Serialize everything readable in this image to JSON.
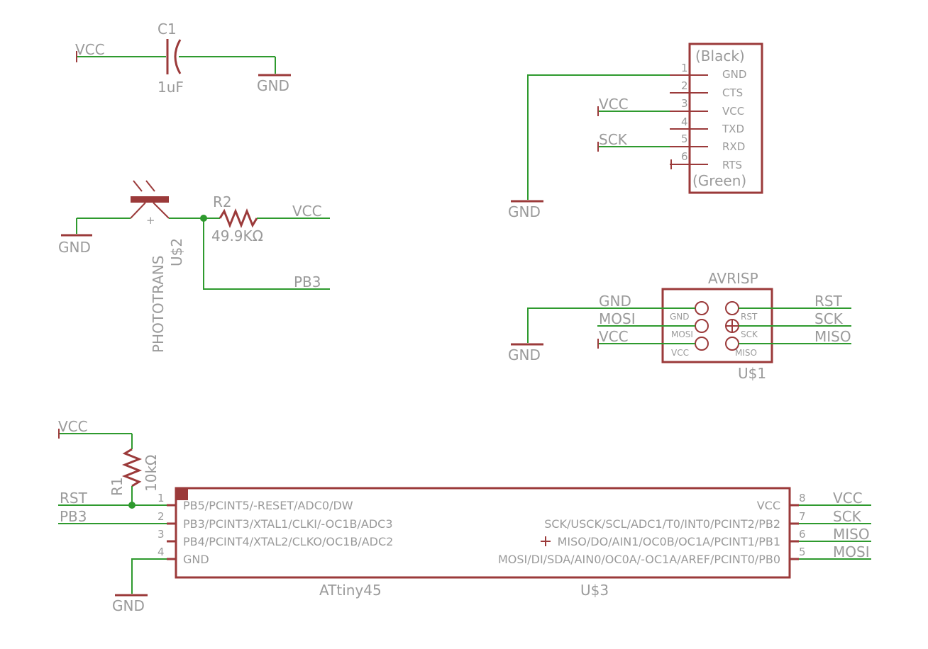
{
  "colors": {
    "wire": "#2e9a2e",
    "component": "#9b3a3a",
    "text": "#9a9a9a",
    "background": "#ffffff"
  },
  "capacitor": {
    "name": "C1",
    "value": "1uF",
    "net_left": "VCC",
    "gnd": "GND"
  },
  "ftdi": {
    "top_label": "(Black)",
    "bottom_label": "(Green)",
    "pins": [
      {
        "num": "1",
        "name": "GND"
      },
      {
        "num": "2",
        "name": "CTS"
      },
      {
        "num": "3",
        "name": "VCC"
      },
      {
        "num": "4",
        "name": "TXD"
      },
      {
        "num": "5",
        "name": "RXD"
      },
      {
        "num": "6",
        "name": "RTS"
      }
    ],
    "net_vcc": "VCC",
    "net_sck": "SCK",
    "gnd": "GND"
  },
  "phototransistor": {
    "name": "U$2",
    "value": "PHOTOTRANS",
    "gnd": "GND"
  },
  "r2": {
    "name": "R2",
    "value": "49.9KΩ",
    "net_right": "VCC",
    "net_pb3": "PB3"
  },
  "avrisp": {
    "title": "AVRISP",
    "name": "U$1",
    "left_nets": [
      "GND",
      "MOSI",
      "VCC"
    ],
    "right_nets": [
      "RST",
      "SCK",
      "MISO"
    ],
    "pad_labels_left": [
      "GND",
      "MOSI",
      "VCC"
    ],
    "pad_labels_right": [
      "RST",
      "SCK",
      "MISO"
    ],
    "gnd": "GND"
  },
  "r1": {
    "name": "R1",
    "value": "10kΩ",
    "net_top": "VCC"
  },
  "attiny": {
    "value": "ATtiny45",
    "name": "U$3",
    "left_pins": [
      {
        "num": "1",
        "name": "PB5/PCINT5/-RESET/ADC0/DW",
        "net": "RST"
      },
      {
        "num": "2",
        "name": "PB3/PCINT3/XTAL1/CLKI/-OC1B/ADC3",
        "net": "PB3"
      },
      {
        "num": "3",
        "name": "PB4/PCINT4/XTAL2/CLKO/OC1B/ADC2",
        "net": ""
      },
      {
        "num": "4",
        "name": "GND",
        "net": ""
      }
    ],
    "right_pins": [
      {
        "num": "8",
        "name": "VCC",
        "net": "VCC"
      },
      {
        "num": "7",
        "name": "SCK/USCK/SCL/ADC1/T0/INT0/PCINT2/PB2",
        "net": "SCK"
      },
      {
        "num": "6",
        "name": "MISO/DO/AIN1/OC0B/OC1A/PCINT1/PB1",
        "net": "MISO"
      },
      {
        "num": "5",
        "name": "MOSI/DI/SDA/AIN0/OC0A/-OC1A/AREF/PCINT0/PB0",
        "net": "MOSI"
      }
    ],
    "gnd": "GND"
  }
}
